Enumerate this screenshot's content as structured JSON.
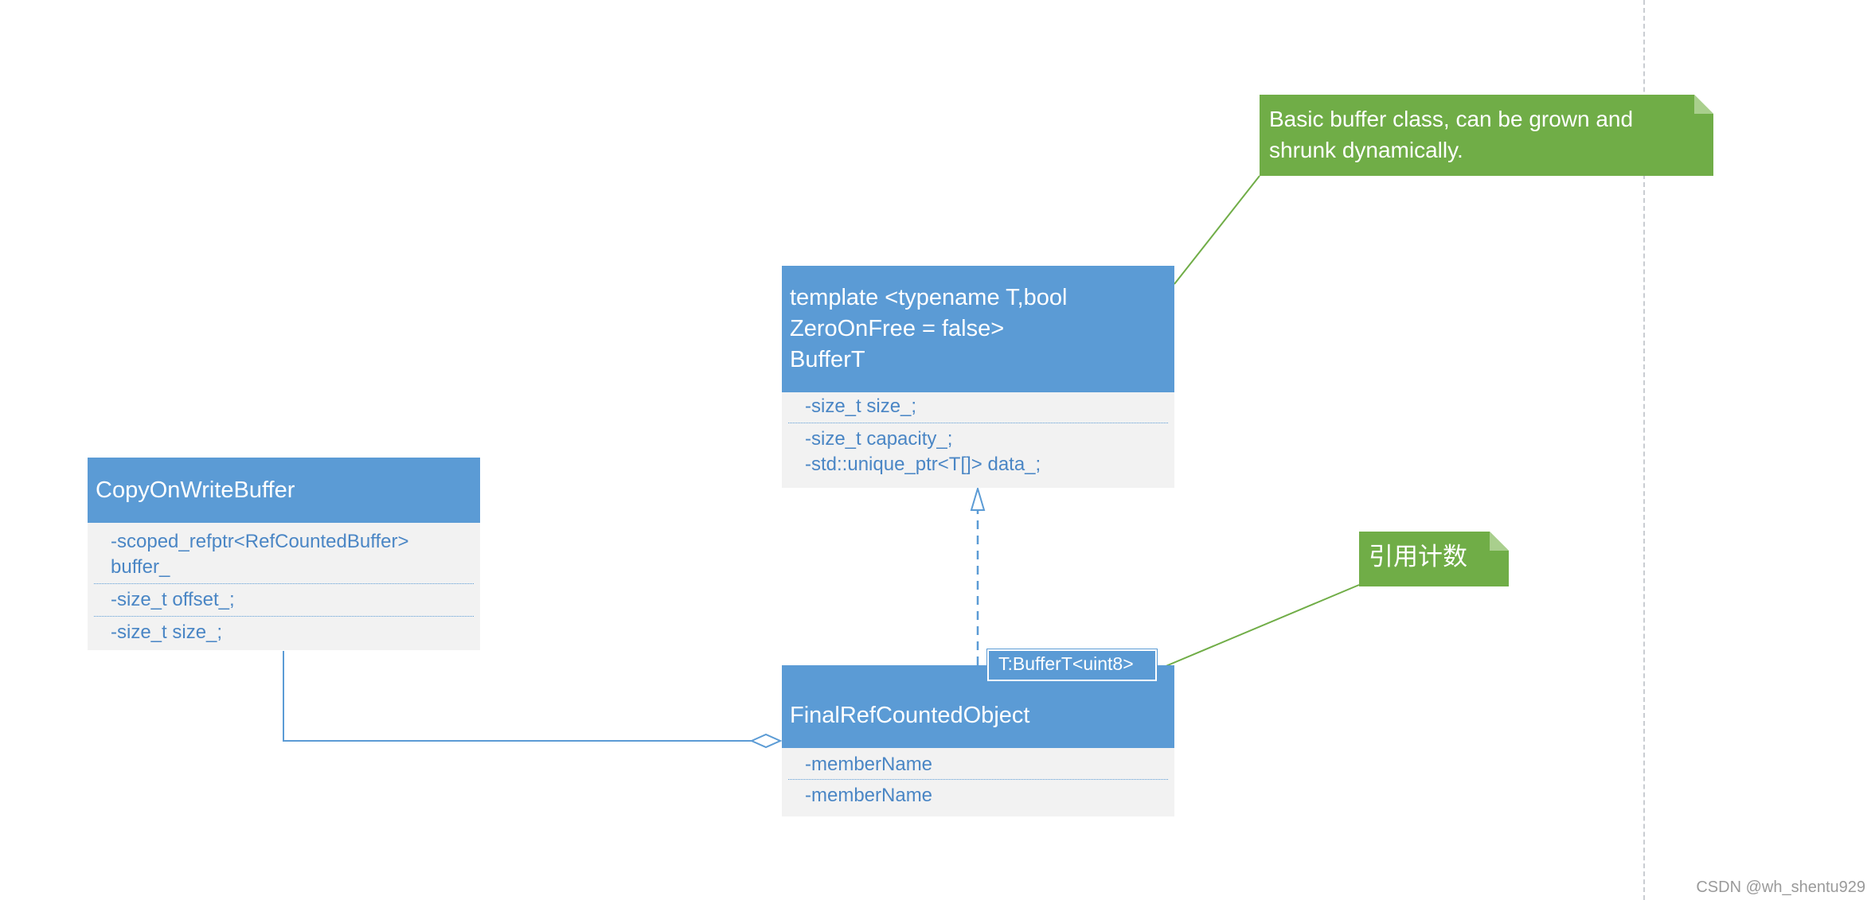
{
  "diagram": {
    "classes": {
      "buffer_t": {
        "title_lines": [
          "template <typename T,bool",
          "ZeroOnFree = false>",
          "BufferT"
        ],
        "attributes": [
          "-size_t size_;",
          "-size_t capacity_;",
          "-std::unique_ptr<T[]> data_;"
        ]
      },
      "copy_on_write_buffer": {
        "title": "CopyOnWriteBuffer",
        "attributes": [
          "-scoped_refptr<RefCountedBuffer>",
          "buffer_",
          "-size_t offset_;",
          "-size_t size_;"
        ]
      },
      "final_ref_counted_object": {
        "title": "FinalRefCountedObject",
        "template_param": "T:BufferT<uint8>",
        "attributes": [
          "-memberName",
          "-memberName"
        ]
      }
    },
    "notes": {
      "buffer_note_lines": [
        "Basic buffer class, can be grown and",
        "shrunk dynamically."
      ],
      "ref_count_note": "引用计数"
    }
  },
  "colors": {
    "class_header": "#5b9bd5",
    "class_body": "#f2f2f2",
    "attribute_text": "#4a86c5",
    "note": "#70ad47",
    "connector": "#5b9bd5",
    "note_connector": "#70ad47"
  },
  "watermark": "CSDN @wh_shentu929"
}
